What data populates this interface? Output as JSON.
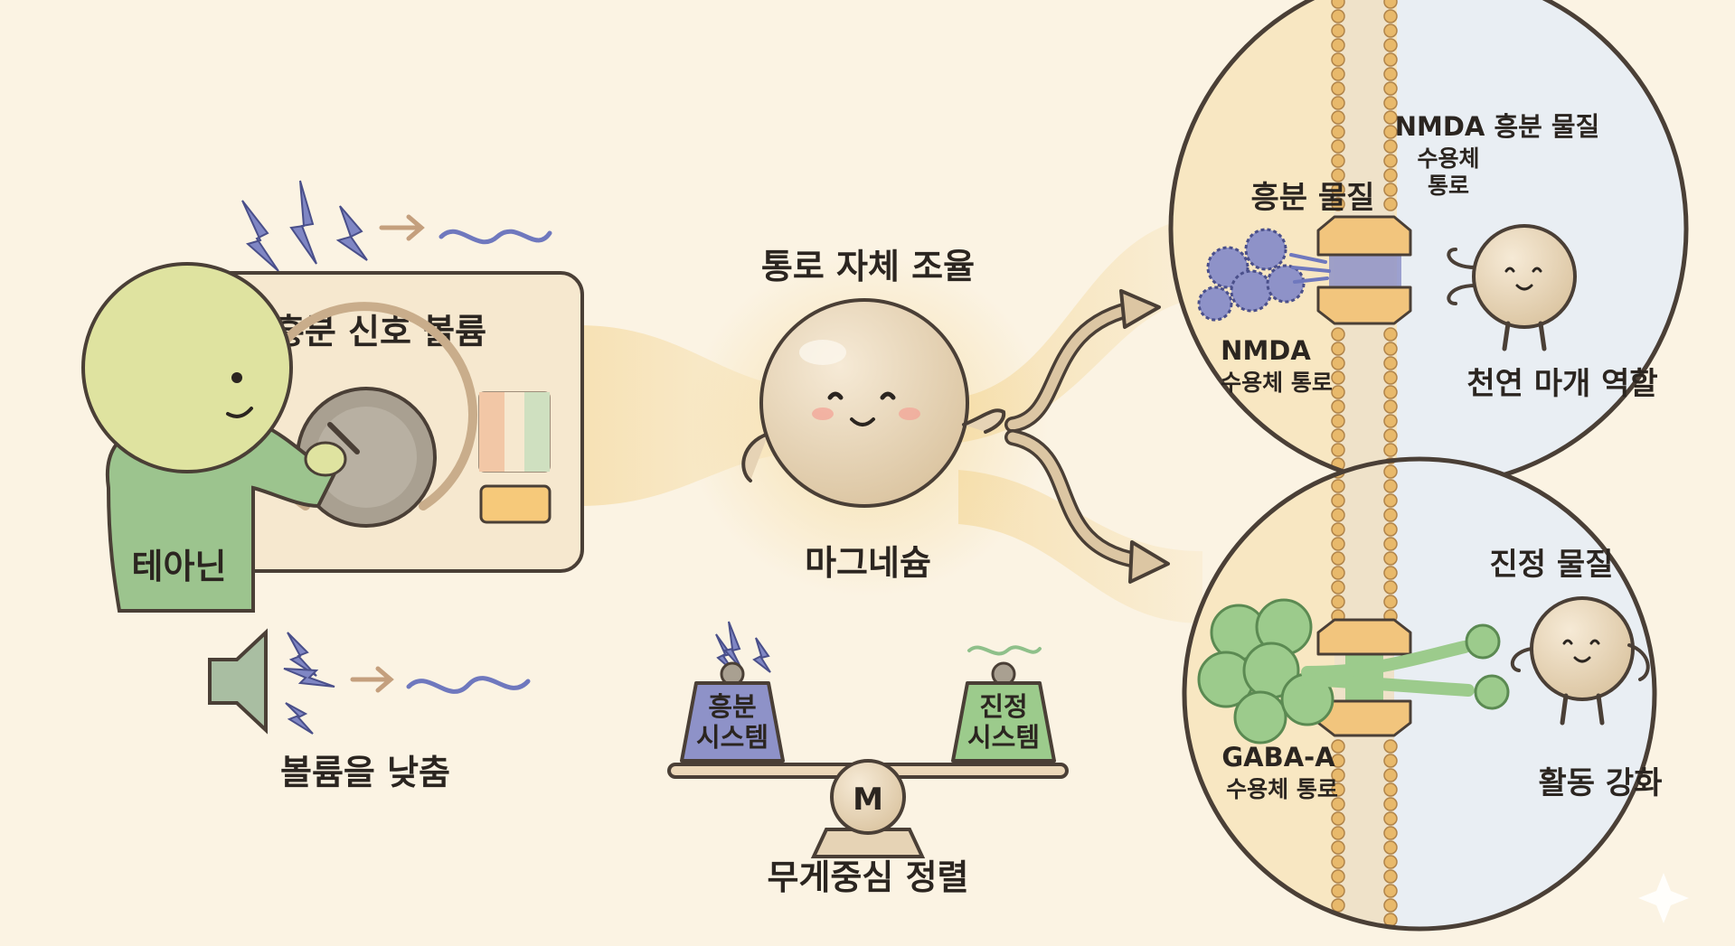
{
  "labels": {
    "volume_panel": "흥분 신호 볼륨",
    "theanine": "테아닌",
    "lower_volume": "볼륨을 낮춤",
    "channel_self_regulation": "통로 자체 조율",
    "magnesium": "마그네슘",
    "balance_center": "무게중심 정렬",
    "excitatory_system_line1": "흥분",
    "excitatory_system_line2": "시스템",
    "sedative_system_line1": "진정",
    "sedative_system_line2": "시스템",
    "fulcrum_letter": "M",
    "nmda_top_line1": "NMDA 흥분 물질",
    "nmda_top_line2": "수용체",
    "nmda_top_line3": "통로",
    "excitatory_substance": "흥분 물질",
    "nmda_line1": "NMDA",
    "nmda_line2": "수용체 통로",
    "natural_plug": "천연 마개 역할",
    "sedative_substance": "진정 물질",
    "gaba_line1": "GABA-A",
    "gaba_line2": "수용체 통로",
    "enhance_activity": "활동 강화"
  },
  "colors": {
    "background": "#fbf3e3",
    "panel": "#f6e8cf",
    "outline": "#4a3f36",
    "theanine_head": "#dfe3a0",
    "theanine_body": "#9cc48e",
    "magnesium": "#e6d3b5",
    "excitatory": "#8e92c8",
    "sedative": "#9ccb8c",
    "channel": "#f2c57d",
    "membrane_bead": "#e8b96b"
  },
  "icons": [
    "lightning-icon",
    "wave-icon",
    "arrow-icon",
    "speaker-icon",
    "volume-knob-icon",
    "sparkle-icon"
  ]
}
